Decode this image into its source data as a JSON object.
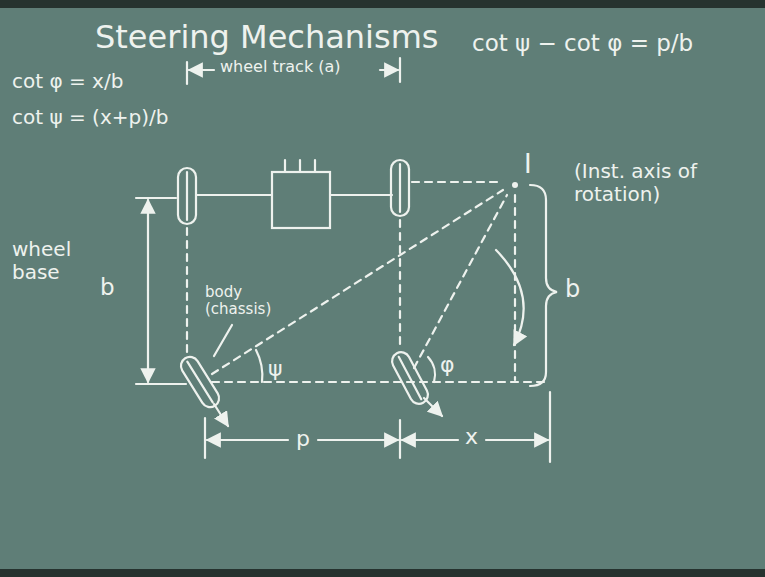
{
  "diagram": {
    "title": "Steering Mechanisms",
    "labels": [
      "cot ψ − cot φ = p/b",
      "cot φ = x/b",
      "cot ψ = (x+p)/b",
      "wheel track (a)",
      "I",
      "(Inst. axis of rotation)",
      "wheel base",
      "b",
      "body (chassis)",
      "ψ",
      "φ",
      "p",
      "x",
      "b"
    ]
  }
}
